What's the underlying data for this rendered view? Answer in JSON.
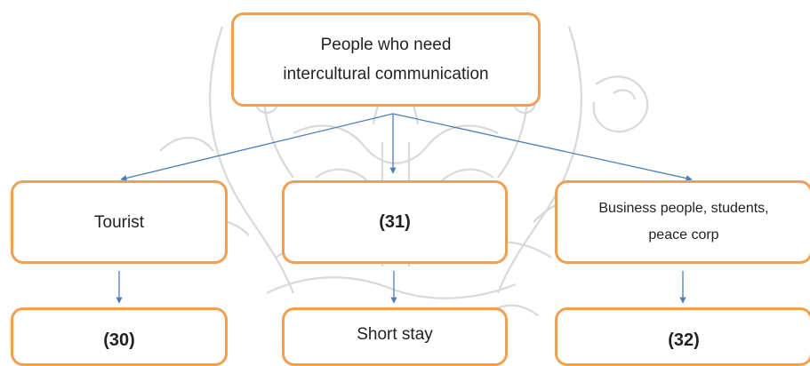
{
  "root": {
    "line1": "People who need",
    "line2": "intercultural communication"
  },
  "level1": {
    "tourist": "Tourist",
    "middle": "(31)",
    "business_line1": "Business people, students,",
    "business_line2": "peace corp"
  },
  "level2": {
    "left": "(30)",
    "middle": "Short stay",
    "right": "(32)"
  },
  "colors": {
    "box_border": "#f0a050",
    "arrow": "#4a7ebb",
    "watermark": "#d8d8d8"
  }
}
